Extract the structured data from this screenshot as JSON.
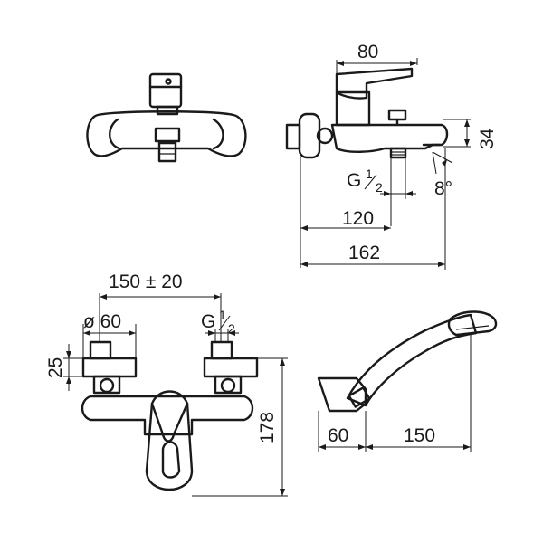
{
  "top_side_view": {
    "width_top": "80",
    "height_spout": "34",
    "thread_label": "G",
    "thread_fraction_num": "1",
    "thread_fraction_den": "2",
    "angle": "8°",
    "depth_inlet": "120",
    "depth_total": "162"
  },
  "front_view": {
    "center_distance": "150 ± 20",
    "eccentric_diameter": "ø 60",
    "thread_label": "G",
    "thread_fraction_num": "1",
    "thread_fraction_den": "2",
    "eccentric_height": "25",
    "total_height": "178"
  },
  "hand_shower": {
    "holder_depth": "60",
    "shower_length": "150"
  }
}
